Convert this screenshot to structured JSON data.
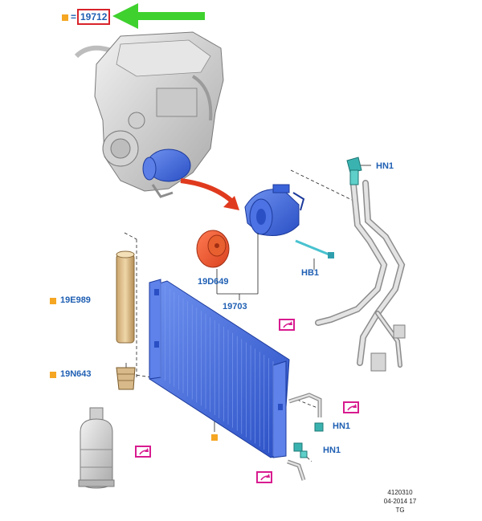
{
  "key": {
    "equals": "=",
    "part": "19712"
  },
  "labels": {
    "hn1_top": "HN1",
    "hb1": "HB1",
    "p19d649": "19D649",
    "p19703": "19703",
    "p19e989": "19E989",
    "p19n643": "19N643",
    "hn1_mid": "HN1",
    "hn1_low": "HN1"
  },
  "footer": {
    "code": "4120310",
    "date": "04-2014 17",
    "initials": "TG"
  },
  "colors": {
    "part_blue": "#3a63d8",
    "callout_orange": "#f5a623",
    "link_magenta": "#d81b8f",
    "arrow_green": "#3fd12e",
    "arrow_red": "#e03a1e",
    "key_box_red": "#d8232a"
  }
}
